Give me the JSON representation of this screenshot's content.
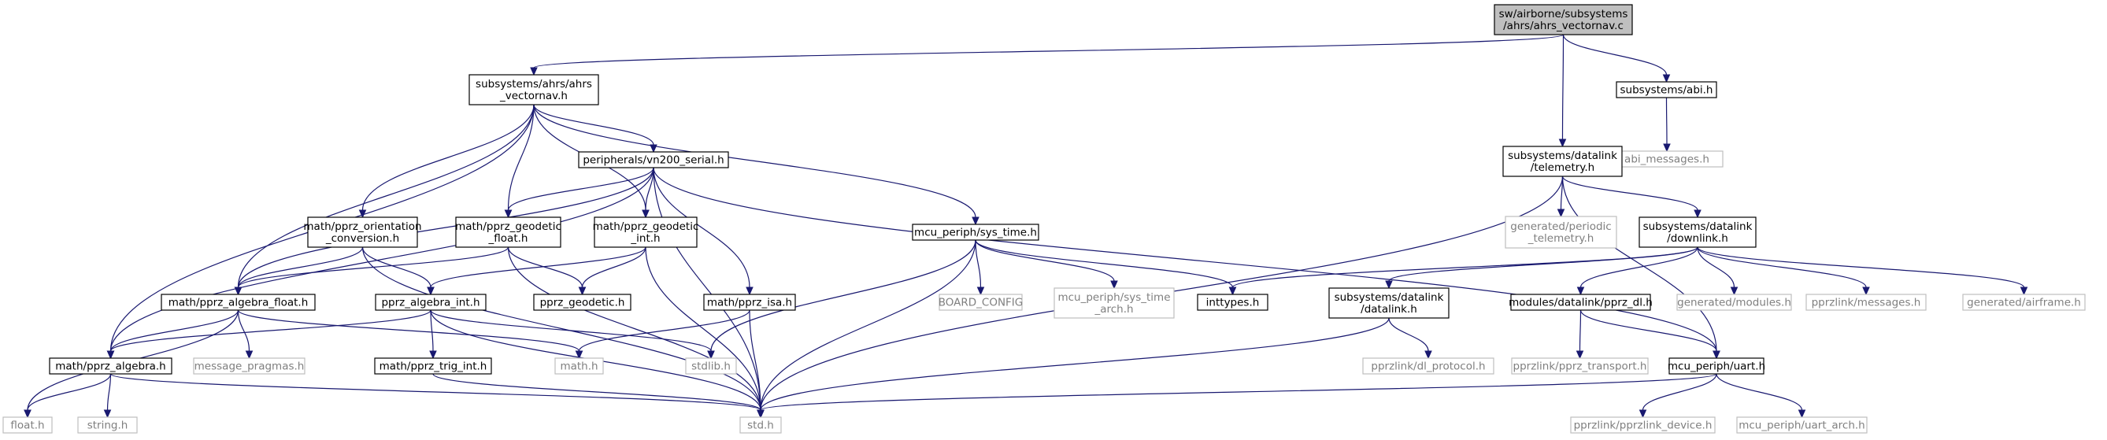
{
  "diagram": {
    "nodes": [
      {
        "id": "root",
        "lines": [
          "sw/airborne/subsystems",
          "/ahrs/ahrs_vectornav.c"
        ],
        "style": "root"
      },
      {
        "id": "ahrs_vectornav_h",
        "lines": [
          "subsystems/ahrs/ahrs",
          "_vectornav.h"
        ],
        "style": "normal"
      },
      {
        "id": "abi_h",
        "lines": [
          "subsystems/abi.h"
        ],
        "style": "normal"
      },
      {
        "id": "abi_messages_h",
        "lines": [
          "abi_messages.h"
        ],
        "style": "grey"
      },
      {
        "id": "telemetry_h",
        "lines": [
          "subsystems/datalink",
          "/telemetry.h"
        ],
        "style": "normal"
      },
      {
        "id": "vn200_serial_h",
        "lines": [
          "peripherals/vn200_serial.h"
        ],
        "style": "normal"
      },
      {
        "id": "orientation_conversion_h",
        "lines": [
          "math/pprz_orientation",
          "_conversion.h"
        ],
        "style": "normal"
      },
      {
        "id": "geodetic_float_h",
        "lines": [
          "math/pprz_geodetic",
          "_float.h"
        ],
        "style": "normal"
      },
      {
        "id": "geodetic_int_h",
        "lines": [
          "math/pprz_geodetic",
          "_int.h"
        ],
        "style": "normal"
      },
      {
        "id": "sys_time_h",
        "lines": [
          "mcu_periph/sys_time.h"
        ],
        "style": "normal"
      },
      {
        "id": "periodic_telemetry_h",
        "lines": [
          "generated/periodic",
          "_telemetry.h"
        ],
        "style": "grey"
      },
      {
        "id": "downlink_h",
        "lines": [
          "subsystems/datalink",
          "/downlink.h"
        ],
        "style": "normal"
      },
      {
        "id": "algebra_float_h",
        "lines": [
          "math/pprz_algebra_float.h"
        ],
        "style": "normal"
      },
      {
        "id": "algebra_int_h",
        "lines": [
          "pprz_algebra_int.h"
        ],
        "style": "normal"
      },
      {
        "id": "geodetic_h",
        "lines": [
          "pprz_geodetic.h"
        ],
        "style": "normal"
      },
      {
        "id": "isa_h",
        "lines": [
          "math/pprz_isa.h"
        ],
        "style": "normal"
      },
      {
        "id": "board_config",
        "lines": [
          "BOARD_CONFIG"
        ],
        "style": "grey"
      },
      {
        "id": "sys_time_arch_h",
        "lines": [
          "mcu_periph/sys_time",
          "_arch.h"
        ],
        "style": "grey"
      },
      {
        "id": "inttypes_h",
        "lines": [
          "inttypes.h"
        ],
        "style": "normal"
      },
      {
        "id": "datalink_h",
        "lines": [
          "subsystems/datalink",
          "/datalink.h"
        ],
        "style": "normal"
      },
      {
        "id": "pprz_dl_h",
        "lines": [
          "modules/datalink/pprz_dl.h"
        ],
        "style": "normal"
      },
      {
        "id": "gen_modules_h",
        "lines": [
          "generated/modules.h"
        ],
        "style": "grey"
      },
      {
        "id": "pprzlink_messages_h",
        "lines": [
          "pprzlink/messages.h"
        ],
        "style": "grey"
      },
      {
        "id": "gen_airframe_h",
        "lines": [
          "generated/airframe.h"
        ],
        "style": "grey"
      },
      {
        "id": "algebra_h",
        "lines": [
          "math/pprz_algebra.h"
        ],
        "style": "normal"
      },
      {
        "id": "message_pragmas_h",
        "lines": [
          "message_pragmas.h"
        ],
        "style": "grey"
      },
      {
        "id": "trig_int_h",
        "lines": [
          "math/pprz_trig_int.h"
        ],
        "style": "normal"
      },
      {
        "id": "math_h",
        "lines": [
          "math.h"
        ],
        "style": "grey"
      },
      {
        "id": "stdlib_h",
        "lines": [
          "stdlib.h"
        ],
        "style": "grey"
      },
      {
        "id": "dl_protocol_h",
        "lines": [
          "pprzlink/dl_protocol.h"
        ],
        "style": "grey"
      },
      {
        "id": "pprz_transport_h",
        "lines": [
          "pprzlink/pprz_transport.h"
        ],
        "style": "grey"
      },
      {
        "id": "uart_h",
        "lines": [
          "mcu_periph/uart.h"
        ],
        "style": "normal"
      },
      {
        "id": "float_h",
        "lines": [
          "float.h"
        ],
        "style": "grey"
      },
      {
        "id": "string_h",
        "lines": [
          "string.h"
        ],
        "style": "grey"
      },
      {
        "id": "std_h",
        "lines": [
          "std.h"
        ],
        "style": "grey"
      },
      {
        "id": "pprzlink_device_h",
        "lines": [
          "pprzlink/pprzlink_device.h"
        ],
        "style": "grey"
      },
      {
        "id": "uart_arch_h",
        "lines": [
          "mcu_periph/uart_arch.h"
        ],
        "style": "grey"
      }
    ],
    "edges": [
      [
        "root",
        "ahrs_vectornav_h"
      ],
      [
        "root",
        "telemetry_h"
      ],
      [
        "root",
        "abi_h"
      ],
      [
        "abi_h",
        "abi_messages_h"
      ],
      [
        "ahrs_vectornav_h",
        "vn200_serial_h"
      ],
      [
        "ahrs_vectornav_h",
        "orientation_conversion_h"
      ],
      [
        "ahrs_vectornav_h",
        "geodetic_float_h"
      ],
      [
        "ahrs_vectornav_h",
        "geodetic_int_h"
      ],
      [
        "ahrs_vectornav_h",
        "sys_time_h"
      ],
      [
        "ahrs_vectornav_h",
        "algebra_float_h"
      ],
      [
        "ahrs_vectornav_h",
        "algebra_h"
      ],
      [
        "vn200_serial_h",
        "geodetic_float_h"
      ],
      [
        "vn200_serial_h",
        "geodetic_int_h"
      ],
      [
        "vn200_serial_h",
        "isa_h"
      ],
      [
        "vn200_serial_h",
        "std_h"
      ],
      [
        "vn200_serial_h",
        "uart_h"
      ],
      [
        "vn200_serial_h",
        "algebra_float_h"
      ],
      [
        "vn200_serial_h",
        "algebra_h"
      ],
      [
        "orientation_conversion_h",
        "algebra_float_h"
      ],
      [
        "orientation_conversion_h",
        "algebra_int_h"
      ],
      [
        "orientation_conversion_h",
        "std_h"
      ],
      [
        "geodetic_float_h",
        "algebra_float_h"
      ],
      [
        "geodetic_float_h",
        "geodetic_h"
      ],
      [
        "geodetic_float_h",
        "std_h"
      ],
      [
        "geodetic_int_h",
        "algebra_int_h"
      ],
      [
        "geodetic_int_h",
        "geodetic_h"
      ],
      [
        "geodetic_int_h",
        "std_h"
      ],
      [
        "sys_time_h",
        "board_config"
      ],
      [
        "sys_time_h",
        "sys_time_arch_h"
      ],
      [
        "sys_time_h",
        "inttypes_h"
      ],
      [
        "sys_time_h",
        "stdlib_h"
      ],
      [
        "sys_time_h",
        "std_h"
      ],
      [
        "telemetry_h",
        "periodic_telemetry_h"
      ],
      [
        "telemetry_h",
        "downlink_h"
      ],
      [
        "telemetry_h",
        "uart_h"
      ],
      [
        "telemetry_h",
        "std_h"
      ],
      [
        "downlink_h",
        "inttypes_h"
      ],
      [
        "downlink_h",
        "datalink_h"
      ],
      [
        "downlink_h",
        "pprz_dl_h"
      ],
      [
        "downlink_h",
        "gen_modules_h"
      ],
      [
        "downlink_h",
        "pprzlink_messages_h"
      ],
      [
        "downlink_h",
        "gen_airframe_h"
      ],
      [
        "algebra_float_h",
        "algebra_h"
      ],
      [
        "algebra_float_h",
        "message_pragmas_h"
      ],
      [
        "algebra_float_h",
        "float_h"
      ],
      [
        "algebra_float_h",
        "math_h"
      ],
      [
        "algebra_int_h",
        "algebra_h"
      ],
      [
        "algebra_int_h",
        "trig_int_h"
      ],
      [
        "algebra_int_h",
        "std_h"
      ],
      [
        "algebra_int_h",
        "stdlib_h"
      ],
      [
        "isa_h",
        "math_h"
      ],
      [
        "isa_h",
        "std_h"
      ],
      [
        "algebra_h",
        "float_h"
      ],
      [
        "algebra_h",
        "string_h"
      ],
      [
        "algebra_h",
        "std_h"
      ],
      [
        "trig_int_h",
        "std_h"
      ],
      [
        "datalink_h",
        "dl_protocol_h"
      ],
      [
        "datalink_h",
        "std_h"
      ],
      [
        "pprz_dl_h",
        "pprz_transport_h"
      ],
      [
        "pprz_dl_h",
        "uart_h"
      ],
      [
        "uart_h",
        "std_h"
      ],
      [
        "uart_h",
        "pprzlink_device_h"
      ],
      [
        "uart_h",
        "uart_arch_h"
      ]
    ]
  }
}
